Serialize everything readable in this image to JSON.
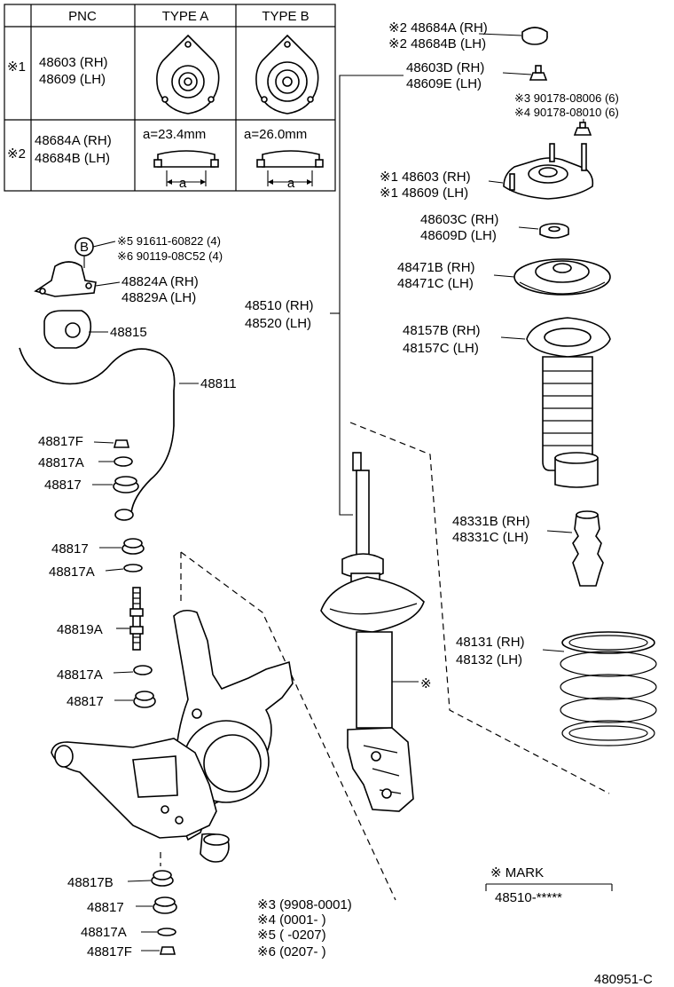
{
  "table": {
    "headers": [
      "PNC",
      "TYPE A",
      "TYPE B"
    ],
    "rows": [
      {
        "mark": "※1",
        "pnc_rh": "48603 (RH)",
        "pnc_lh": "48609 (LH)"
      },
      {
        "mark": "※2",
        "pnc_rh": "48684A (RH)",
        "pnc_lh": "48684B (LH)",
        "type_a": "a=23.4mm",
        "type_b": "a=26.0mm",
        "dim": "a"
      }
    ]
  },
  "labels": {
    "p48684a": "※2 48684A (RH)",
    "p48684b": "※2 48684B (LH)",
    "p48603d": "48603D (RH)",
    "p48609e": "48609E (LH)",
    "p90178_08006": "※3 90178-08006 (6)",
    "p90178_08010": "※4 90178-08010 (6)",
    "p48603": "※1 48603 (RH)",
    "p48609": "※1 48609 (LH)",
    "p48603c": "48603C (RH)",
    "p48609d": "48609D (LH)",
    "p48471b": "48471B (RH)",
    "p48471c": "48471C (LH)",
    "p48157b": "48157B (RH)",
    "p48157c": "48157C (LH)",
    "p48510": "48510 (RH)",
    "p48520": "48520 (LH)",
    "p48331b": "48331B (RH)",
    "p48331c": "48331C (LH)",
    "p48131": "48131 (RH)",
    "p48132": "48132 (LH)",
    "strut_mark": "※",
    "bolt_b": "B",
    "p91611": "※5 91611-60822 (4)",
    "p90119": "※6 90119-08C52 (4)",
    "p48824a": "48824A (RH)",
    "p48829a": "48829A (LH)",
    "p48815": "48815",
    "p48811": "48811",
    "p48817f_top": "48817F",
    "p48817a_top": "48817A",
    "p48817_top": "48817",
    "p48817_2": "48817",
    "p48817a_2": "48817A",
    "p48819a": "48819A",
    "p48817a_3": "48817A",
    "p48817_3": "48817",
    "p48817b": "48817B",
    "p48817_4": "48817",
    "p48817a_4": "48817A",
    "p48817f_bottom": "48817F"
  },
  "mark_legend": {
    "title": "※ MARK",
    "code": "48510-*****"
  },
  "date_notes": [
    "※3 (9908-0001)",
    "※4 (0001-      )",
    "※5 (      -0207)",
    "※6 (0207-      )"
  ],
  "figure_id": "480951-C"
}
